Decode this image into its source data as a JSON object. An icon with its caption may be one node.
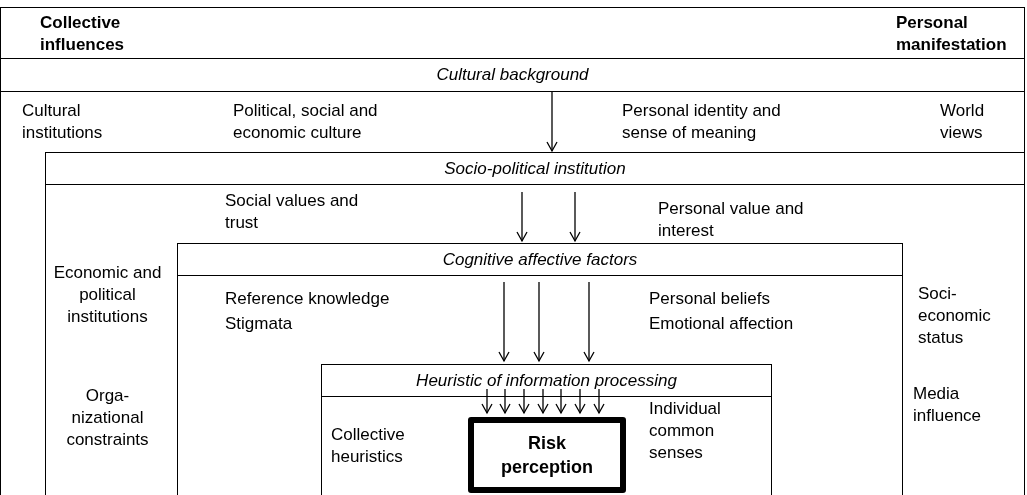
{
  "diagram": {
    "nodes": [
      {
        "text": [
          "Cultural background"
        ]
      },
      {
        "text": [
          "Socio-political institution"
        ]
      },
      {
        "text": [
          "Cognitive affective factors"
        ],
        "in": 1
      },
      {
        "text": [
          "Heuristic of information processing"
        ],
        "in": 2
      },
      {
        "text": [
          "Risk perception"
        ],
        "in": 3
      }
    ],
    "edges": [
      {
        "from": 0,
        "to": 1,
        "arrow": "to"
      },
      {
        "from": null,
        "to": 2,
        "arrow": "to"
      },
      {
        "from": null,
        "to": 2,
        "arrow": "to"
      },
      {
        "from": null,
        "to": 3,
        "arrow": "to"
      },
      {
        "from": null,
        "to": 3,
        "arrow": "to"
      },
      {
        "from": null,
        "to": 3,
        "arrow": "to"
      },
      {
        "from": null,
        "to": 4,
        "arrow": "to"
      },
      {
        "from": null,
        "to": 4,
        "arrow": "to"
      },
      {
        "from": null,
        "to": 4,
        "arrow": "to"
      },
      {
        "from": null,
        "to": 4,
        "arrow": "to"
      },
      {
        "from": null,
        "to": 4,
        "arrow": "to"
      },
      {
        "from": null,
        "to": 4,
        "arrow": "to"
      },
      {
        "from": null,
        "to": 4,
        "arrow": "to"
      }
    ],
    "labels": [
      "Collective influences",
      "Personal manifestation",
      "Cultural institutions",
      "Political, social and economic culture",
      "Personal identity and sense of meaning",
      "World views",
      "Social values and trust",
      "Personal value and interest",
      "Economic and political institutions",
      "Reference knowledge",
      "Stigmata",
      "Personal beliefs",
      "Emotional affection",
      "Soci-economic status",
      "Orga-nizational constraints",
      "Media influence",
      "Individual common senses",
      "Collective heuristics"
    ]
  }
}
